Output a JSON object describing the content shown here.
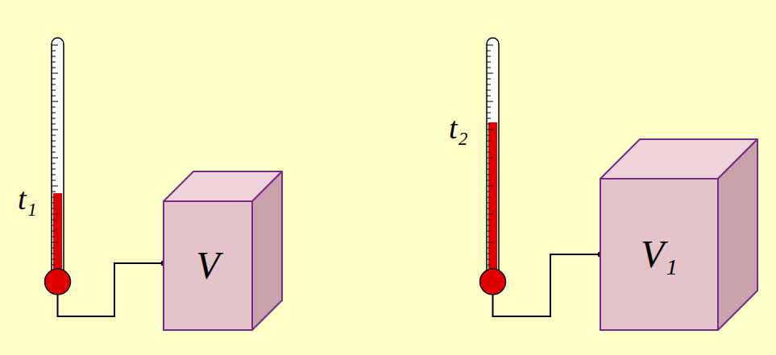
{
  "diagram": {
    "nodes": [
      {
        "text": [
          "V"
        ]
      },
      {
        "text": [
          "V₁"
        ]
      }
    ],
    "labels": [
      "t₁",
      "t₂"
    ]
  }
}
